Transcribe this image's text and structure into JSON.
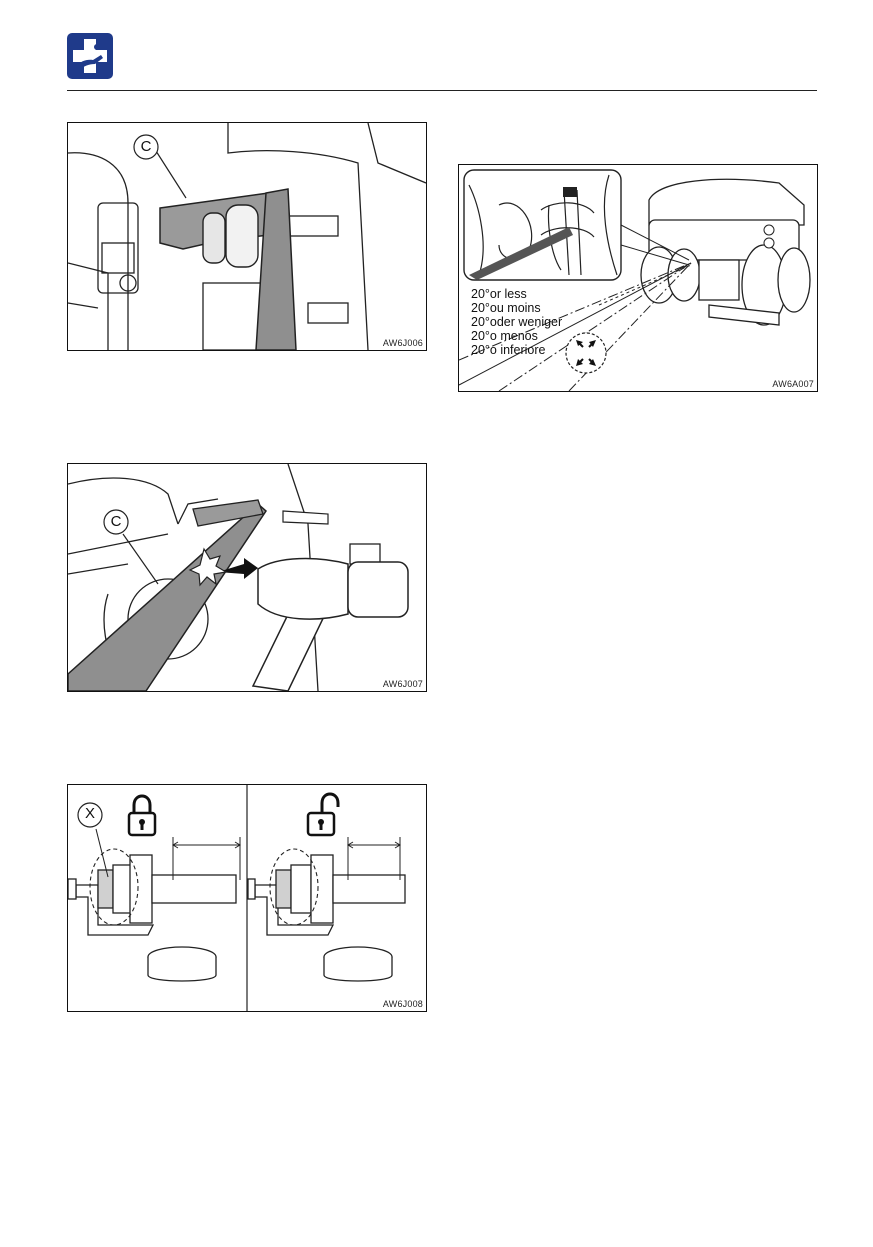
{
  "header": {
    "logo_icon": "maintenance-cross-icon",
    "brand_color": "#1f3a8a"
  },
  "figures": [
    {
      "code": "AW6J006",
      "callout": "C"
    },
    {
      "code": "AW6J007",
      "callout": "C"
    },
    {
      "code": "AW6J008",
      "callout": "X",
      "icons": [
        "locked-padlock-icon",
        "unlocked-padlock-icon"
      ]
    },
    {
      "code": "AW6A007",
      "angle_labels": [
        "20°or less",
        "20°ou moins",
        "20°oder weniger",
        "20°o menos",
        "20°o inferiore"
      ]
    }
  ]
}
